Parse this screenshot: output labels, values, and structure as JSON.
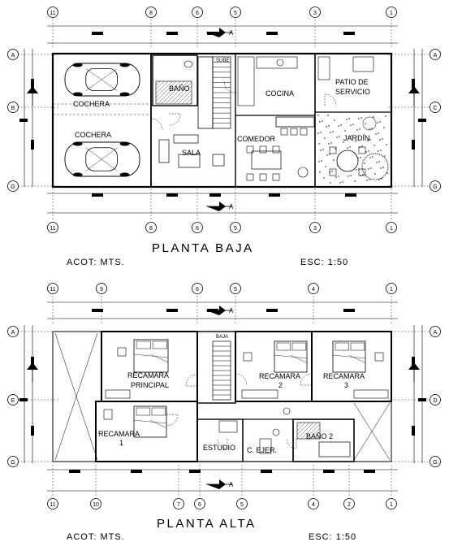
{
  "ground_floor": {
    "title": "PLANTA BAJA",
    "scale_units": "ACOT: MTS.",
    "scale": "ESC: 1:50",
    "axes_top": [
      "11",
      "8",
      "6",
      "5",
      "3",
      "1"
    ],
    "axes_side": [
      "A",
      "B",
      "G"
    ],
    "axes_side_right": [
      "A",
      "C",
      "G"
    ],
    "rooms": {
      "garage_top": "COCHERA",
      "garage_bottom": "COCHERA",
      "bathroom": "BAÑO",
      "stair_label": "SUBE",
      "kitchen": "COCINA",
      "service_patio_1": "PATIO DE",
      "service_patio_2": "SERVICIO",
      "living": "SALA",
      "dining": "COMEDOR",
      "garden": "JARDIN"
    }
  },
  "upper_floor": {
    "title": "PLANTA ALTA",
    "scale_units": "ACOT: MTS.",
    "scale": "ESC: 1:50",
    "axes_top": [
      "11",
      "9",
      "6",
      "5",
      "4",
      "1"
    ],
    "axes_bottom": [
      "11",
      "10",
      "7",
      "6",
      "5",
      "4",
      "2",
      "1"
    ],
    "axes_side": [
      "A",
      "E",
      "G"
    ],
    "axes_side_right": [
      "A",
      "D",
      "G"
    ],
    "rooms": {
      "master_1": "RECAMARA",
      "master_2": "PRINCIPAL",
      "stair_label": "BAJA",
      "bedroom_2_label": "RECAMARA",
      "bedroom_2_num": "2",
      "bedroom_3_label": "RECAMARA",
      "bedroom_3_num": "3",
      "bedroom_1_label": "RECAMARA",
      "bedroom_1_num": "1",
      "study": "ESTUDIO",
      "exercise": "C. EJER.",
      "bathroom_2": "BAÑO 2"
    }
  }
}
